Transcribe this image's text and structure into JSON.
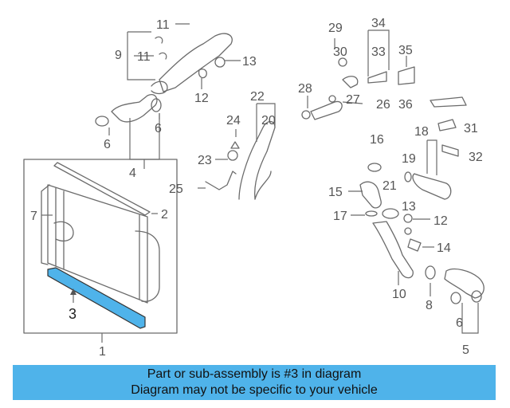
{
  "caption": {
    "line1": "Part or sub-assembly is #3 in diagram",
    "line2": "Diagram may not be specific to your vehicle"
  },
  "highlight_color": "#4fb3ea",
  "highlighted_part": "3",
  "callouts": {
    "c1": "1",
    "c2": "2",
    "c3": "3",
    "c4": "4",
    "c5": "5",
    "c6a": "6",
    "c6b": "6",
    "c6c": "6",
    "c7": "7",
    "c8": "8",
    "c9": "9",
    "c10": "10",
    "c11a": "11",
    "c11b": "11",
    "c12a": "12",
    "c12b": "12",
    "c13a": "13",
    "c13b": "13",
    "c14": "14",
    "c15": "15",
    "c16": "16",
    "c17": "17",
    "c18": "18",
    "c19": "19",
    "c20": "20",
    "c21": "21",
    "c22": "22",
    "c23": "23",
    "c24": "24",
    "c25": "25",
    "c26": "26",
    "c27": "27",
    "c28": "28",
    "c29": "29",
    "c30": "30",
    "c31": "31",
    "c32": "32",
    "c33": "33",
    "c34": "34",
    "c35": "35",
    "c36": "36"
  }
}
